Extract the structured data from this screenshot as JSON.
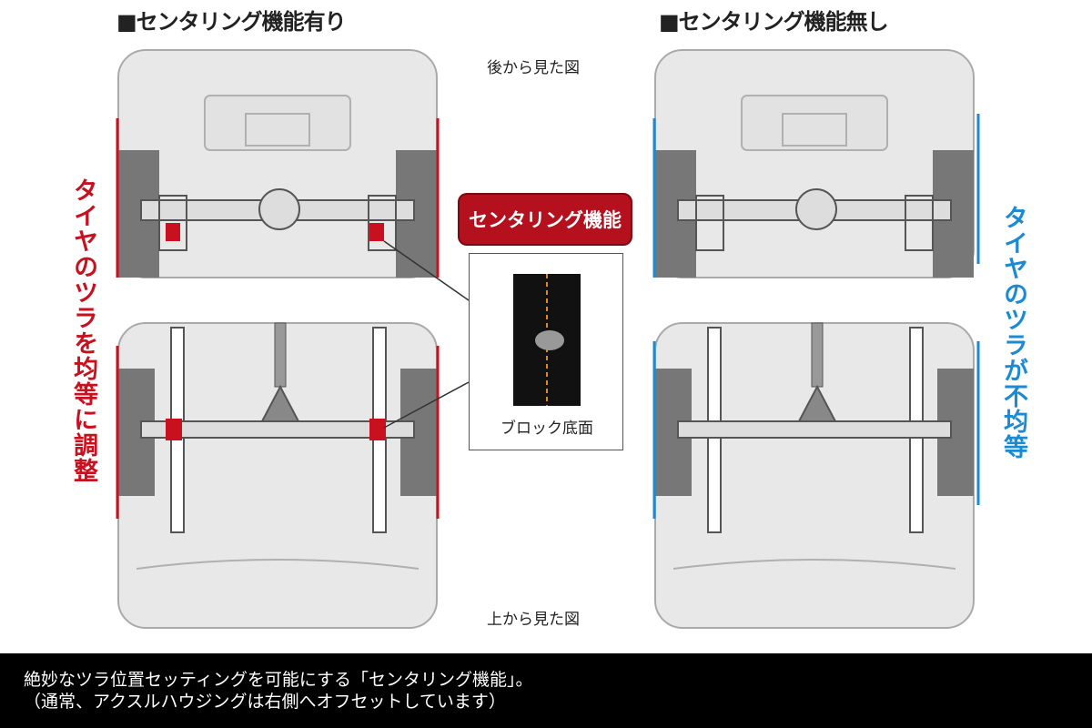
{
  "left_panel": {
    "title": "■センタリング機能有り",
    "side_text": "タイヤのツラを均等に調整",
    "accent": "#c8101e"
  },
  "right_panel": {
    "title": "■センタリング機能無し",
    "side_text": "タイヤのツラが不均等",
    "accent": "#1a8ad4"
  },
  "view_labels": {
    "rear": "後から見た図",
    "top": "上から見た図"
  },
  "center": {
    "badge": "センタリング機能",
    "inset_caption": "ブロック底面"
  },
  "footer": {
    "line1": "絶妙なツラ位置セッティングを可能にする「センタリング機能」。",
    "line2": "（通常、アクスルハウジングは右側へオフセットしています）"
  }
}
